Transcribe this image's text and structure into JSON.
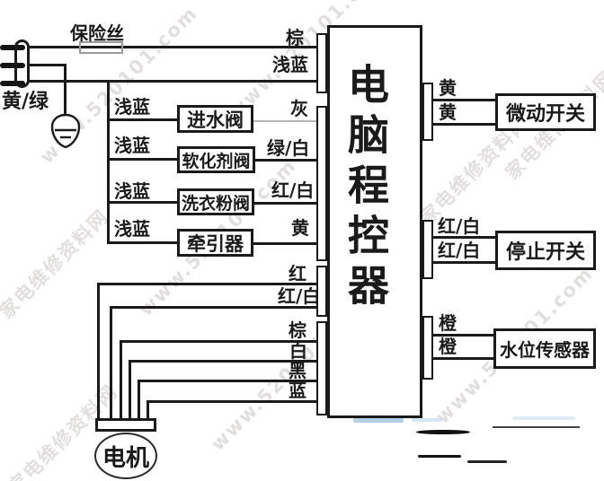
{
  "power_input": {
    "fuse_label": "保险丝",
    "plug_ground_label": "黄/绿",
    "live_label": "棕",
    "neutral_label": "浅蓝"
  },
  "controller": {
    "title": "电脑程控器"
  },
  "valves": [
    {
      "name": "进水阀",
      "in": "浅蓝",
      "out": "灰"
    },
    {
      "name": "软化剂阀",
      "in": "浅蓝",
      "out": "绿/白"
    },
    {
      "name": "洗衣粉阀",
      "in": "浅蓝",
      "out": "红/白"
    },
    {
      "name": "牵引器",
      "in": "浅蓝",
      "out": "黄"
    }
  ],
  "devices": [
    {
      "name": "微动开关",
      "wire1": "黄",
      "wire2": "黄"
    },
    {
      "name": "停止开关",
      "wire1": "红/白",
      "wire2": "红/白"
    },
    {
      "name": "水位传感器",
      "wire1": "橙",
      "wire2": "橙"
    }
  ],
  "motor": {
    "name": "电机",
    "wire1": "红",
    "wire2": "红/白",
    "wire3": "棕",
    "wire4": "白",
    "wire5": "黑",
    "wire6": "蓝"
  },
  "watermarks": {
    "site_name": "家电维修资料网",
    "site_url": "www.520101.com"
  },
  "colors": {
    "line": "#1a1a1a",
    "gray_wire": "#b5b5b5",
    "fuse_outline": "#9a9a9a",
    "smudge_blue": "#9cc4e4",
    "watermark": "#c9bfbf"
  }
}
